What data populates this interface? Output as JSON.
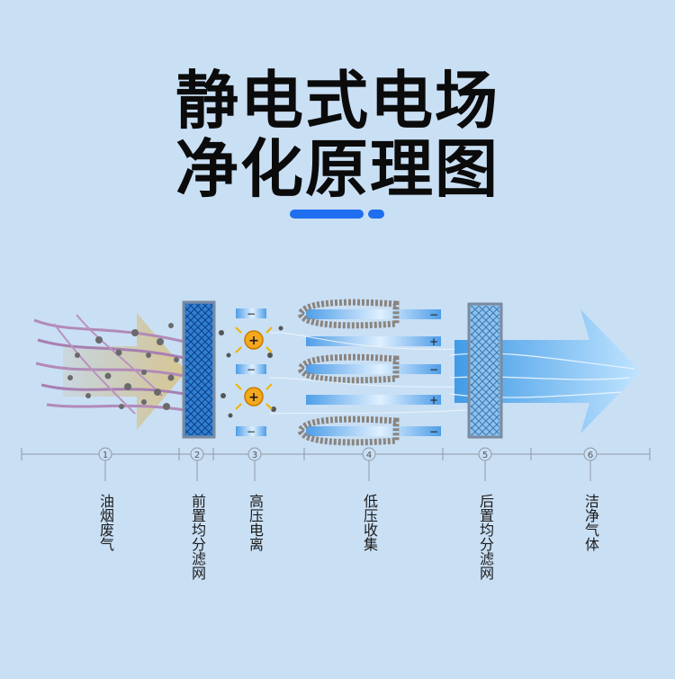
{
  "title": {
    "line1": "静电式电场",
    "line2": "净化原理图"
  },
  "accent_color": "#1f6ef0",
  "stages": [
    {
      "num": "1",
      "label": "油烟废气"
    },
    {
      "num": "2",
      "label": "前置均分滤网"
    },
    {
      "num": "3",
      "label": "高压电离"
    },
    {
      "num": "4",
      "label": "低压收集"
    },
    {
      "num": "5",
      "label": "后置均分滤网"
    },
    {
      "num": "6",
      "label": "洁净气体"
    }
  ],
  "ion_charge": "+",
  "plate_signs": [
    "−",
    "+",
    "−",
    "+",
    "−"
  ],
  "icons": [
    "dirty-air-arrow",
    "mesh-filter",
    "ionization-plate",
    "positive-ion",
    "collector-plate",
    "clean-air-arrow"
  ]
}
